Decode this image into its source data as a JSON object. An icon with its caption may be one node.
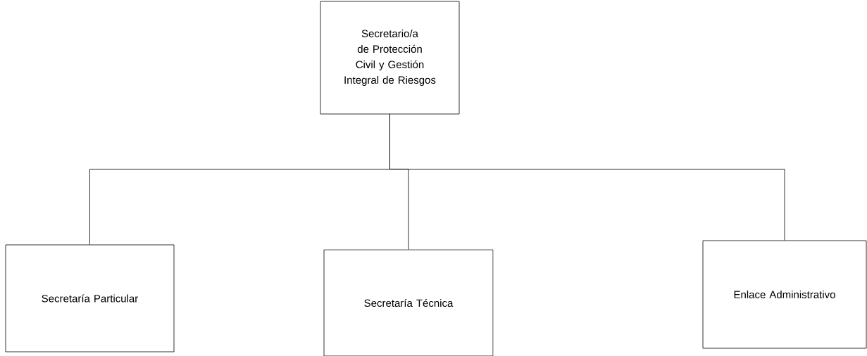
{
  "diagram": {
    "nodes": [
      {
        "text": [
          "Secretario/a de Protección Civil y Gestión Integral de Riesgos"
        ]
      },
      {
        "text": [
          "Secretaría Particular"
        ]
      },
      {
        "text": [
          "Secretaría Técnica"
        ]
      },
      {
        "text": [
          "Enlace Administrativo"
        ]
      }
    ],
    "edges": [
      {
        "from": 0,
        "to": 1,
        "arrow": "none"
      },
      {
        "from": 0,
        "to": 2,
        "arrow": "none"
      },
      {
        "from": 0,
        "to": 3,
        "arrow": "none"
      }
    ]
  }
}
